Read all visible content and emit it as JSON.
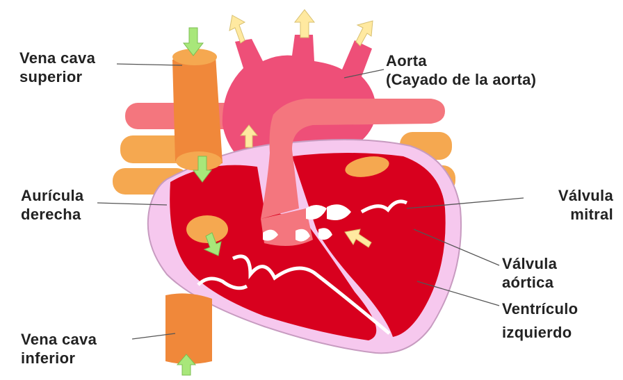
{
  "colors": {
    "heart_wall": "#f6c8ee",
    "heart_wall_stroke": "#c79bc0",
    "chamber": "#d8001e",
    "aorta": "#ee4f78",
    "pulmonary": "#f4767e",
    "pulmonary_veins": "#f58f8f",
    "superior_vessels": "#f5a850",
    "vena_cava": "#f0883a",
    "arrow_green": "#a8e77a",
    "arrow_yellow": "#ffe9a0",
    "label_line": "#555555"
  },
  "labels": {
    "vena_cava_superior": [
      "Vena cava",
      "superior"
    ],
    "aorta": [
      "Aorta",
      "(Cayado de la aorta)"
    ],
    "auricula_derecha": [
      "Aurícula",
      "derecha"
    ],
    "valvula_mitral": [
      "Válvula",
      "mitral"
    ],
    "valvula_aortica": [
      "Válvula",
      "aórtica"
    ],
    "ventriculo_izquierdo": [
      "Ventrículo",
      "izquierdo"
    ],
    "vena_cava_inferior": [
      "Vena cava",
      "inferior"
    ]
  }
}
